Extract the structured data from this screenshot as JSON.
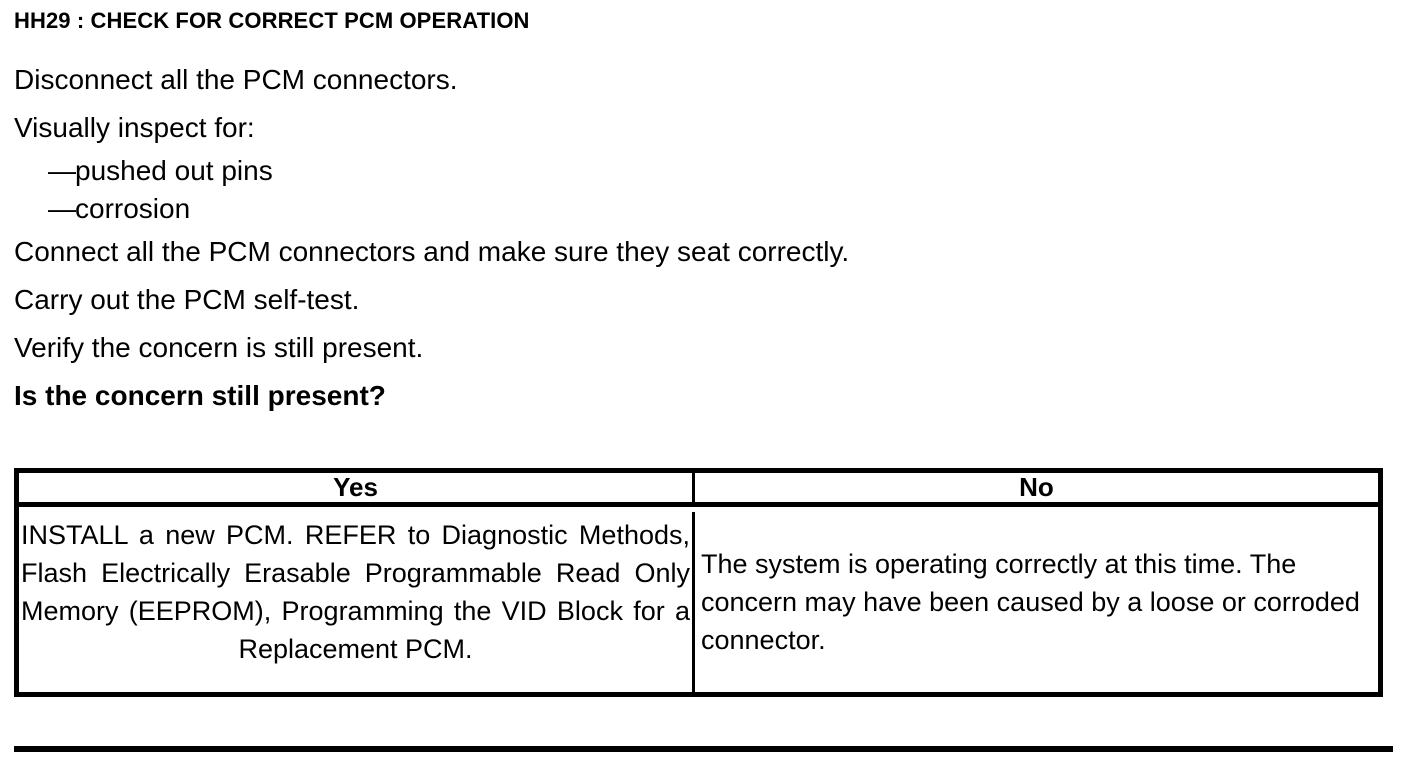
{
  "document": {
    "section_title": "HH29 : CHECK FOR CORRECT PCM OPERATION",
    "steps": [
      {
        "text": "Disconnect all the PCM connectors.",
        "bold": false
      },
      {
        "text": "Visually inspect for:",
        "bold": false
      }
    ],
    "sub_items": [
      {
        "dash": "—",
        "text": "pushed out pins"
      },
      {
        "dash": "—",
        "text": "corrosion"
      }
    ],
    "steps_after": [
      {
        "text": "Connect all the PCM connectors and make sure they seat correctly.",
        "bold": false
      },
      {
        "text": "Carry out the PCM self-test.",
        "bold": false
      },
      {
        "text": "Verify the concern is still present.",
        "bold": false
      },
      {
        "text": "Is the concern still present?",
        "bold": true
      }
    ]
  },
  "decision_table": {
    "headers": {
      "yes": "Yes",
      "no": "No"
    },
    "cells": {
      "yes": "INSTALL a new PCM. REFER to Diagnostic Methods, Flash Electrically Erasable Programmable Read Only Memory (EEPROM), Programming the VID Block for a Replacement PCM.",
      "no": "The system is operating correctly at this time. The concern may have been caused by a loose or corroded connector."
    }
  },
  "colors": {
    "ink": "#000000",
    "paper": "#ffffff"
  }
}
